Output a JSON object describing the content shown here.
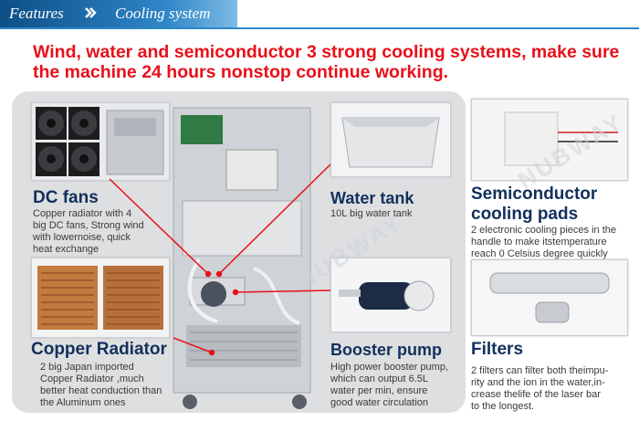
{
  "header": {
    "features": "Features",
    "section": "Cooling system"
  },
  "headline": {
    "line1": "Wind, water and semiconductor 3 strong cooling systems, make sure",
    "line2": "the machine 24 hours nonstop continue working."
  },
  "blocks": {
    "dc_fans": {
      "title": "DC fans",
      "desc": [
        "Copper radiator with 4",
        "big DC fans, Strong wind",
        "with lowernoise, quick",
        "heat exchange"
      ]
    },
    "copper": {
      "title": "Copper Radiator",
      "desc": [
        "2 big Japan imported",
        "Copper Radiator ,much",
        "better heat conduction than",
        "the Aluminum ones"
      ]
    },
    "water_tank": {
      "title": "Water tank",
      "desc": [
        "10L big water tank"
      ]
    },
    "booster": {
      "title": "Booster pump",
      "desc": [
        "High power booster pump,",
        "which can output 6.5L",
        "water per min, ensure",
        "good water circulation"
      ]
    },
    "semi": {
      "title1": "Semiconductor",
      "title2": "cooling pads",
      "desc": [
        "2 electronic cooling pieces in the",
        "handle to make itstemperature",
        "reach 0 Celsius degree quickly"
      ]
    },
    "filters": {
      "title": "Filters",
      "desc": [
        "2 filters can filter both theimpu-",
        "rity and the ion in the water,in-",
        "crease thelife of the laser bar",
        "to the longest."
      ]
    }
  },
  "watermark": "NUBWAY",
  "colors": {
    "accent_red": "#e8101a",
    "title_navy": "#12305c",
    "header_blue": "#1f6fb2"
  }
}
